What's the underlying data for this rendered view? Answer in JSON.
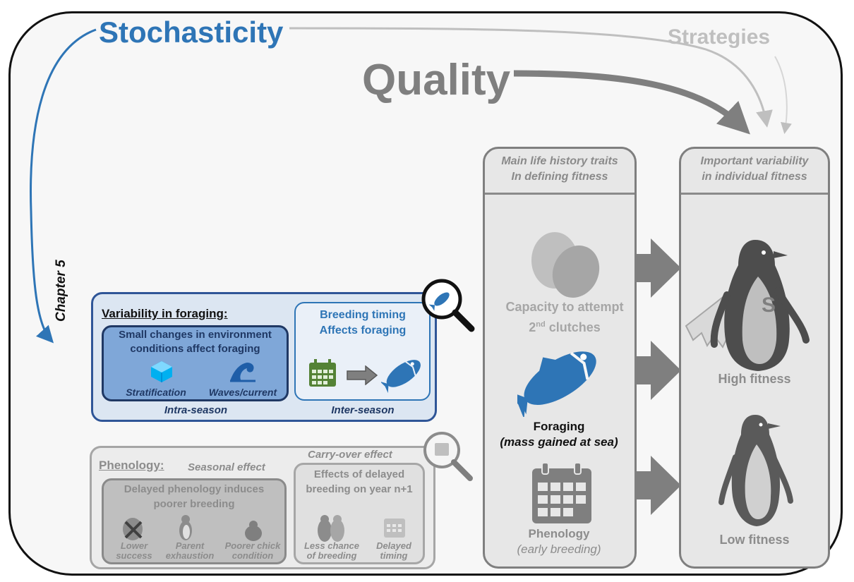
{
  "top": {
    "stochasticity": "Stochasticity",
    "strategies": "Strategies",
    "quality": "Quality"
  },
  "side_label": "Chapter 5",
  "life_history": {
    "header_line1": "Main life history traits",
    "header_line2": "In defining fitness",
    "capacity_line1": "Capacity to attempt",
    "capacity_line2_prefix": "2",
    "capacity_line2_sup": "nd",
    "capacity_line2_suffix": " clutches",
    "foraging_title": "Foraging",
    "foraging_sub": "(mass gained at sea)",
    "phenology_title": "Phenology",
    "phenology_sub": "(early breeding)"
  },
  "fitness": {
    "header_line1": "Important variability",
    "header_line2": "in individual fitness",
    "cape_letter": "S",
    "high": "High fitness",
    "low": "Low fitness"
  },
  "foraging_box": {
    "title": "Variability in foraging:",
    "intra_line1": "Small changes in environment",
    "intra_line2": "conditions affect foraging",
    "stratification": "Stratification",
    "waves": "Waves/current",
    "intra_season": "Intra-season",
    "inter_line1": "Breeding timing",
    "inter_line2": "Affects foraging",
    "inter_season": "Inter-season"
  },
  "phenology_box": {
    "title": "Phenology:",
    "seasonal": "Seasonal effect",
    "carry_over": "Carry-over effect",
    "delayed_line1": "Delayed phenology induces",
    "delayed_line2": "poorer breeding",
    "lower_line1": "Lower",
    "lower_line2": "success",
    "parent_line1": "Parent",
    "parent_line2": "exhaustion",
    "chick_line1": "Poorer chick",
    "chick_line2": "condition",
    "effects_line1": "Effects of delayed",
    "effects_line2": "breeding on year n+1",
    "less_line1": "Less chance",
    "less_line2": "of breeding",
    "timing_line1": "Delayed",
    "timing_line2": "timing"
  },
  "colors": {
    "stochasticity_blue": "#2e75b6",
    "quality_gray": "#7f7f7f",
    "strategies_gray": "#bfbfbf",
    "fish_blue": "#2e75b6",
    "calendar_green": "#548235"
  },
  "icons": [
    "magnifier-fish-icon",
    "magnifier-calendar-icon",
    "eggs-icon",
    "fish-icon",
    "calendar-icon",
    "penguin-icon",
    "cube-icon",
    "wave-icon",
    "arrow-icon"
  ]
}
